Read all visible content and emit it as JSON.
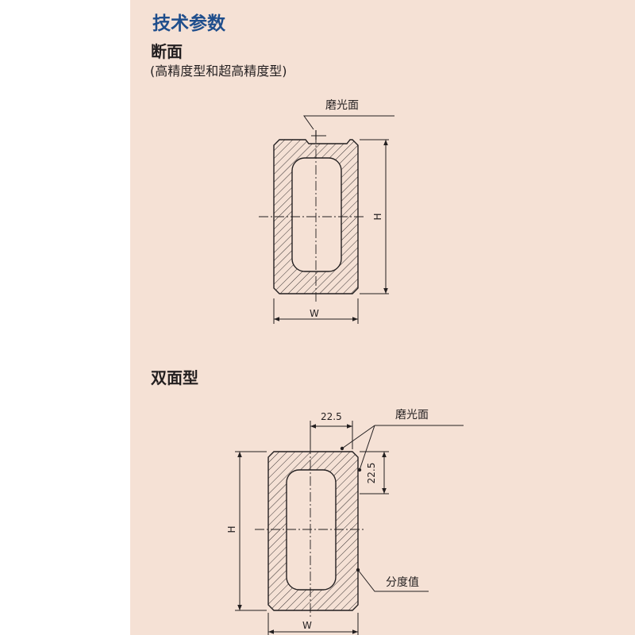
{
  "page": {
    "title": "技术参数",
    "section1": {
      "heading": "断面",
      "note": "(高精度型和超高精度型)"
    },
    "section2": {
      "heading": "双面型"
    }
  },
  "drawing1": {
    "callout": "磨光面",
    "width_label": "W",
    "height_label": "H"
  },
  "drawing2": {
    "callout_top": "磨光面",
    "dim_top": "22.5",
    "dim_side": "22.5",
    "callout_bottom": "分度值",
    "width_label": "W",
    "height_label": "H"
  },
  "colors": {
    "panel_bg": "#f5e1d5",
    "title": "#1f4e8c",
    "ink": "#231f20"
  }
}
